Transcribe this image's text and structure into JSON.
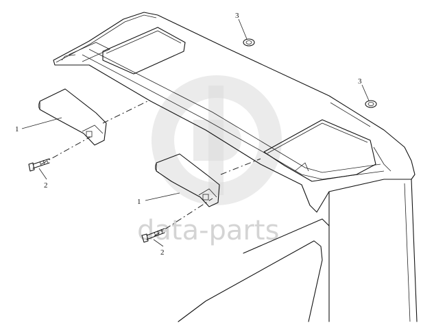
{
  "diagram": {
    "callouts": [
      {
        "id": "label-1-left",
        "text": "1"
      },
      {
        "id": "label-2-left",
        "text": "2"
      },
      {
        "id": "label-3-top",
        "text": "3"
      },
      {
        "id": "label-3-right",
        "text": "3"
      },
      {
        "id": "label-1-center",
        "text": "1"
      },
      {
        "id": "label-2-center",
        "text": "2"
      }
    ]
  },
  "watermark": {
    "text": "data-parts",
    "color": "#d4d4d4"
  }
}
